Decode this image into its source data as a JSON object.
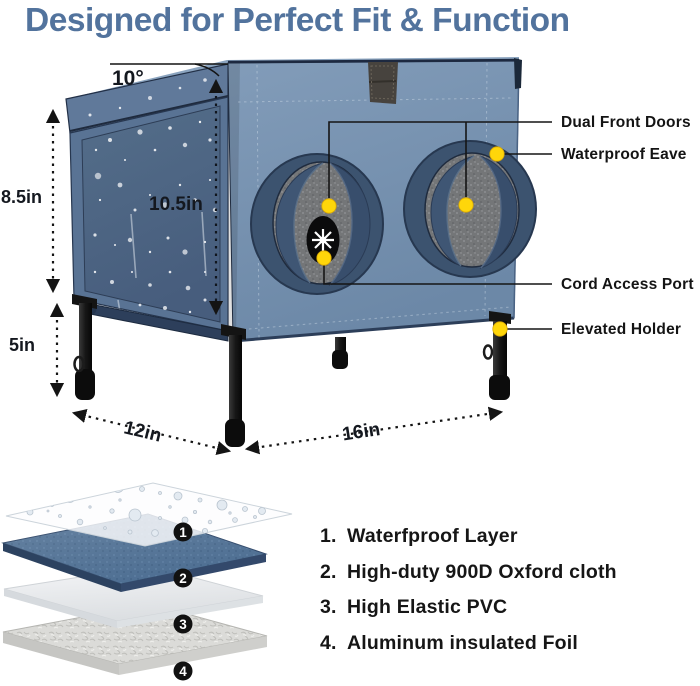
{
  "title": "Designed for Perfect Fit & Function",
  "callouts": {
    "dual_front_doors": "Dual Front Doors",
    "waterproof_eave": "Waterproof Eave",
    "cord_access_port": "Cord Access Port",
    "elevated_holder": "Elevated Holder"
  },
  "measurements": {
    "roof_angle": "10°",
    "side_height": "8.5in",
    "inner_height": "10.5in",
    "leg_height": "5in",
    "depth": "12in",
    "width": "16in"
  },
  "layers": {
    "items": [
      {
        "badge": "1",
        "num": "1.",
        "label": "Waterfproof Layer"
      },
      {
        "badge": "2",
        "num": "2.",
        "label": "High-duty 900D Oxford cloth"
      },
      {
        "badge": "3",
        "num": "3.",
        "label": "High Elastic PVC"
      },
      {
        "badge": "4",
        "num": "4.",
        "label": "Aluminum insulated Foil"
      }
    ]
  },
  "colors": {
    "accent": "#FFD60A",
    "title": "#52739D",
    "house-front": "#7E98B5",
    "house-side": "#4E6783",
    "navy": "#2F4260",
    "interior-gray": "#737577",
    "oxford-blue": "#4D6E92",
    "leg-black": "#141414",
    "text": "#161616"
  }
}
